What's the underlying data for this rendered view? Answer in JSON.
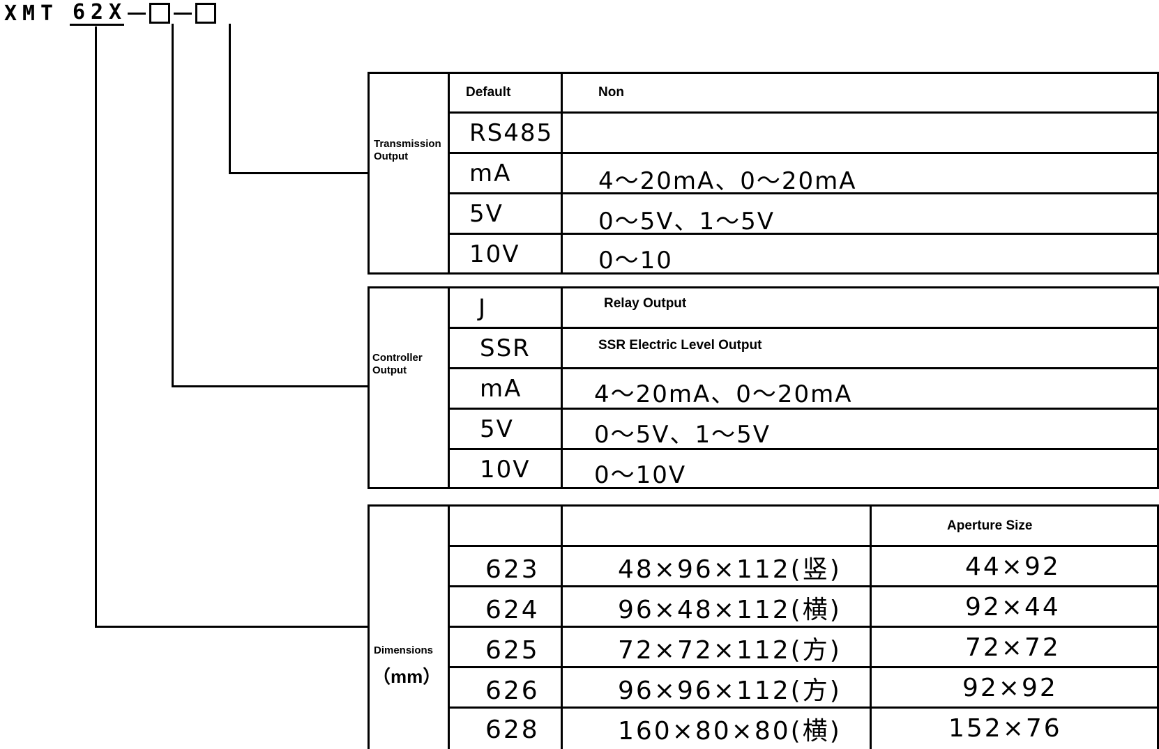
{
  "model_code": {
    "prefix": [
      "X",
      "M",
      "T"
    ],
    "underlined": [
      "6",
      "2",
      "X"
    ]
  },
  "transmission": {
    "label_line1": "Transmission",
    "label_line2": "Output",
    "rows": [
      {
        "code": "Default",
        "desc": "Non"
      },
      {
        "code": "RS485",
        "desc": ""
      },
      {
        "code": "mA",
        "desc": "4～20mA、0～20mA"
      },
      {
        "code": "5V",
        "desc": "0～5V、1～5V"
      },
      {
        "code": "10V",
        "desc": "0～10"
      }
    ]
  },
  "controller": {
    "label_line1": "Controller",
    "label_line2": "Output",
    "rows": [
      {
        "code": "J",
        "desc": "Relay Output"
      },
      {
        "code": "SSR",
        "desc": "SSR Electric Level Output"
      },
      {
        "code": "mA",
        "desc": "4～20mA、0～20mA"
      },
      {
        "code": "5V",
        "desc": "0～5V、1～5V"
      },
      {
        "code": "10V",
        "desc": "0～10V"
      }
    ]
  },
  "dimensions": {
    "label_line1": "Dimensions",
    "label_line2": "（mm）",
    "header": {
      "code": "",
      "size": "",
      "aperture": "Aperture Size"
    },
    "rows": [
      {
        "code": "623",
        "size": "48×96×112(竖)",
        "aperture": "44×92"
      },
      {
        "code": "624",
        "size": "96×48×112(横)",
        "aperture": "92×44"
      },
      {
        "code": "625",
        "size": "72×72×112(方)",
        "aperture": "72×72"
      },
      {
        "code": "626",
        "size": "96×96×112(方)",
        "aperture": "92×92"
      },
      {
        "code": "628",
        "size": "160×80×80(横)",
        "aperture": "152×76"
      }
    ]
  }
}
